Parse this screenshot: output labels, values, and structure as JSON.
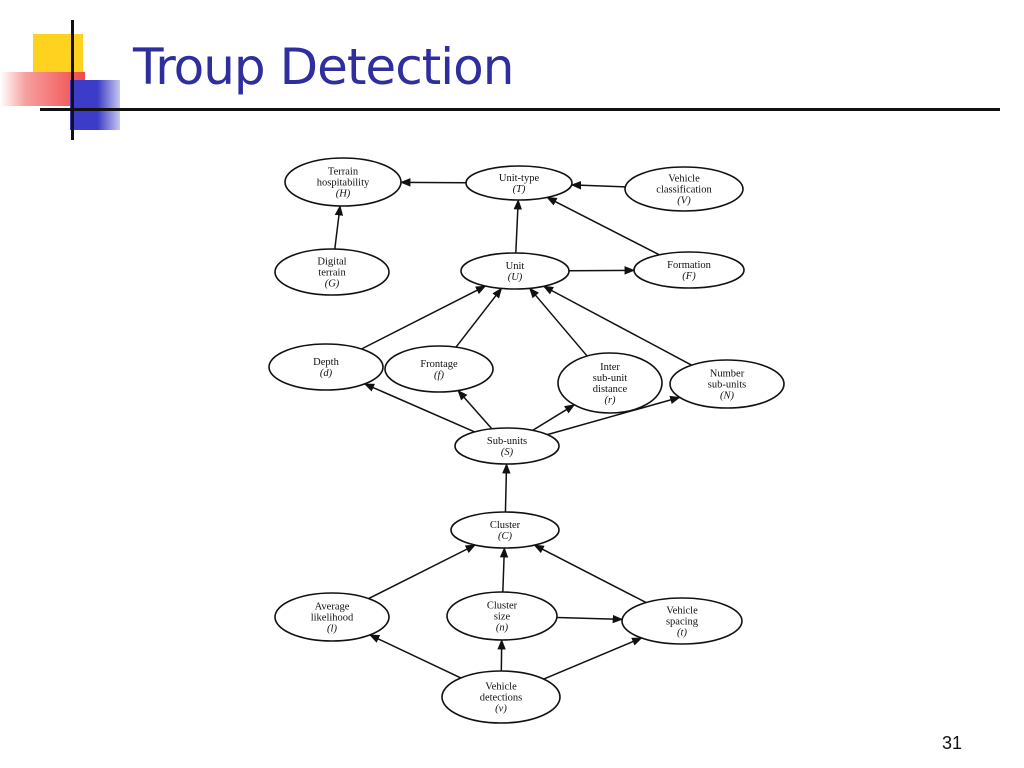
{
  "slide": {
    "title": "Troup Detection",
    "page_number": "31"
  },
  "colors": {
    "title": "#2e2e9e",
    "deco_yellow": "#ffd21f",
    "deco_red": "#f04848",
    "deco_blue": "#3c3cc8"
  },
  "diagram": {
    "nodes": [
      {
        "id": "H",
        "lines": [
          "Terrain",
          "hospitability",
          "(H)"
        ]
      },
      {
        "id": "T",
        "lines": [
          "Unit-type",
          "(T)"
        ]
      },
      {
        "id": "V",
        "lines": [
          "Vehicle",
          "classification",
          "(V)"
        ]
      },
      {
        "id": "G",
        "lines": [
          "Digital",
          "terrain",
          "(G)"
        ]
      },
      {
        "id": "U",
        "lines": [
          "Unit",
          "(U)"
        ]
      },
      {
        "id": "F",
        "lines": [
          "Formation",
          "(F)"
        ]
      },
      {
        "id": "d",
        "lines": [
          "Depth",
          "(d)"
        ]
      },
      {
        "id": "f",
        "lines": [
          "Frontage",
          "(f)"
        ]
      },
      {
        "id": "r",
        "lines": [
          "Inter",
          "sub-unit",
          "distance",
          "(r)"
        ]
      },
      {
        "id": "N",
        "lines": [
          "Number",
          "sub-units",
          "(N)"
        ]
      },
      {
        "id": "S",
        "lines": [
          "Sub-units",
          "(S)"
        ]
      },
      {
        "id": "C",
        "lines": [
          "Cluster",
          "(C)"
        ]
      },
      {
        "id": "l",
        "lines": [
          "Average",
          "likelihood",
          "(l)"
        ]
      },
      {
        "id": "n",
        "lines": [
          "Cluster",
          "size",
          "(n)"
        ]
      },
      {
        "id": "t",
        "lines": [
          "Vehicle",
          "spacing",
          "(t)"
        ]
      },
      {
        "id": "v",
        "lines": [
          "Vehicle",
          "detections",
          "(v)"
        ]
      }
    ],
    "edges": [
      {
        "from": "T",
        "to": "H"
      },
      {
        "from": "V",
        "to": "T"
      },
      {
        "from": "G",
        "to": "H"
      },
      {
        "from": "U",
        "to": "T"
      },
      {
        "from": "F",
        "to": "T"
      },
      {
        "from": "U",
        "to": "F"
      },
      {
        "from": "d",
        "to": "U"
      },
      {
        "from": "f",
        "to": "U"
      },
      {
        "from": "r",
        "to": "U"
      },
      {
        "from": "N",
        "to": "U"
      },
      {
        "from": "S",
        "to": "d"
      },
      {
        "from": "S",
        "to": "f"
      },
      {
        "from": "S",
        "to": "r"
      },
      {
        "from": "S",
        "to": "N"
      },
      {
        "from": "C",
        "to": "S"
      },
      {
        "from": "l",
        "to": "C"
      },
      {
        "from": "n",
        "to": "C"
      },
      {
        "from": "t",
        "to": "C"
      },
      {
        "from": "n",
        "to": "t"
      },
      {
        "from": "v",
        "to": "l"
      },
      {
        "from": "v",
        "to": "n"
      },
      {
        "from": "v",
        "to": "t"
      }
    ]
  }
}
